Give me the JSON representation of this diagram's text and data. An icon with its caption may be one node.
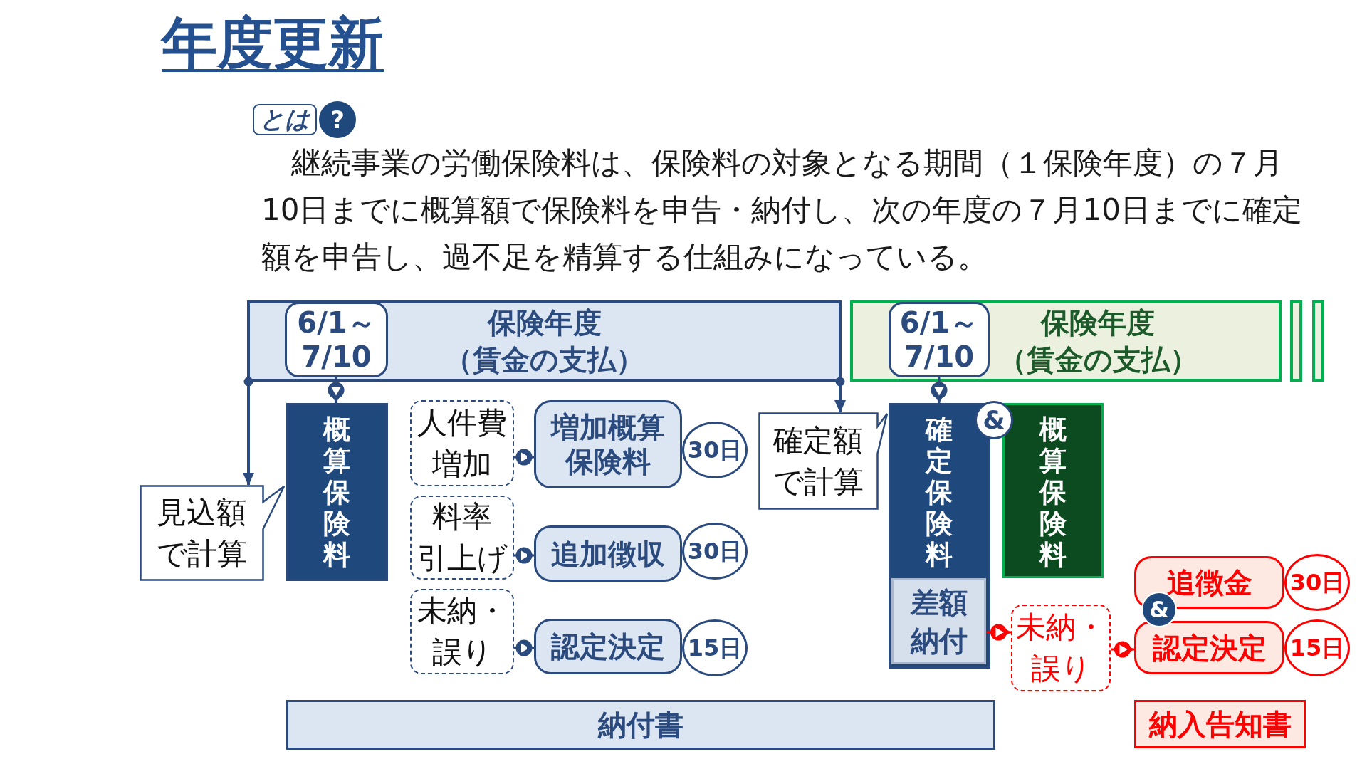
{
  "diagram": {
    "title": "年度更新",
    "nodes": [
      {
        "text": [
          "保険年度",
          "（賃金の支払）"
        ]
      },
      {
        "text": [
          "6/1～7/10"
        ],
        "in": 0
      },
      {
        "text": [
          "保険年度",
          "（賃金の支払）"
        ]
      },
      {
        "text": [
          "6/1～7/10"
        ],
        "in": 2
      },
      {
        "text": [
          "見込額で計算"
        ]
      },
      {
        "text": [
          "概算保険料"
        ]
      },
      {
        "text": [
          "人件費増加"
        ]
      },
      {
        "text": [
          "増加概算保険料"
        ]
      },
      {
        "text": [
          "30日"
        ]
      },
      {
        "text": [
          "料率引上げ"
        ]
      },
      {
        "text": [
          "追加徴収"
        ]
      },
      {
        "text": [
          "30日"
        ]
      },
      {
        "text": [
          "未納・誤り"
        ]
      },
      {
        "text": [
          "認定決定"
        ]
      },
      {
        "text": [
          "15日"
        ]
      },
      {
        "text": [
          "確定額で計算"
        ]
      },
      {
        "text": [
          "確定保険料"
        ]
      },
      {
        "text": [
          "差額納付"
        ],
        "in": 16
      },
      {
        "text": [
          "概算保険料"
        ]
      },
      {
        "text": [
          "追徴金"
        ]
      },
      {
        "text": [
          "30日"
        ]
      },
      {
        "text": [
          "未納・誤り"
        ]
      },
      {
        "text": [
          "認定決定"
        ]
      },
      {
        "text": [
          "15日"
        ]
      },
      {
        "text": [
          "納付書"
        ]
      },
      {
        "text": [
          "納入告知書"
        ]
      },
      {
        "text": [],
        "shape": "bar"
      },
      {
        "text": [],
        "shape": "bar"
      }
    ],
    "edges": [
      {
        "from": 0,
        "to": 4,
        "arrow": "to"
      },
      {
        "from": 1,
        "to": 5,
        "arrow": "to"
      },
      {
        "from": 6,
        "to": 7,
        "arrow": "to"
      },
      {
        "from": 9,
        "to": 10,
        "arrow": "to"
      },
      {
        "from": 12,
        "to": 13,
        "arrow": "to"
      },
      {
        "from": 0,
        "to": 15,
        "arrow": "to"
      },
      {
        "from": 3,
        "to": 16,
        "arrow": "to"
      },
      {
        "from": 17,
        "to": 21,
        "arrow": "to",
        "color": "#ff0000"
      },
      {
        "from": 21,
        "to": 22,
        "arrow": "to",
        "color": "#ff0000"
      }
    ],
    "labels": [
      "とは",
      "?",
      "継続事業の労働保険料は、保険料の対象となる期間（１保険年度）の７月10日までに概算額で保険料を申告・納付し、次の年度の７月10日までに確定額を申告し、過不足を精算する仕組みになっている。",
      "&",
      "&"
    ]
  }
}
